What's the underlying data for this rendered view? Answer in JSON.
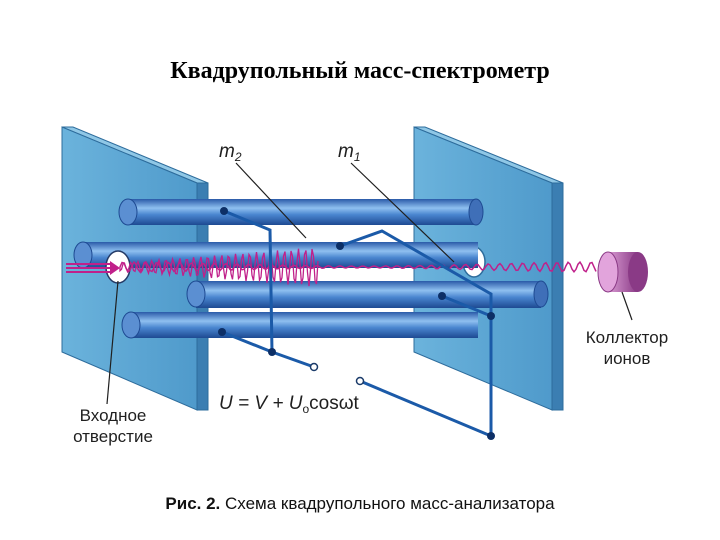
{
  "title": "Квадрупольный масс-спектрометр",
  "labels": {
    "m2_base": "m",
    "m2_sub": "2",
    "m1_base": "m",
    "m1_sub": "1",
    "entrance_line1": "Входное",
    "entrance_line2": "отверстие",
    "collector_line1": "Коллектор",
    "collector_line2": "ионов",
    "formula_u": "U",
    "formula_mid": " = V + U",
    "formula_sub": "o",
    "formula_end": "cosωt"
  },
  "caption": {
    "prefix": "Рис. 2.",
    "text": " Схема квадрупольного масс-анализатора"
  },
  "colors": {
    "plate": "#5ea8d4",
    "rod": "#3f78c4",
    "wire": "#1b5aa8",
    "ion_beam": "#c0208a",
    "collector": "#b04aa8"
  }
}
